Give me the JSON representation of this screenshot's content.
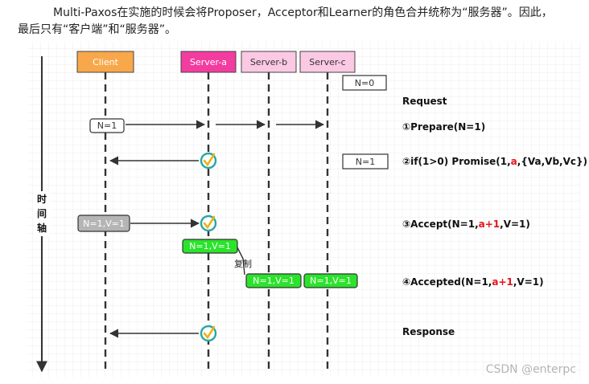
{
  "intro": {
    "line1": "Multi-Paxos在实施的时候会将Proposer，Acceptor和Learner的角色合并统称为“服务器”。因此，",
    "line2": "最后只有“客户端”和“服务器”。"
  },
  "nodes": {
    "client": "Client",
    "server_a": "Server-a",
    "server_b": "Server-b",
    "server_c": "Server-c"
  },
  "time_axis": [
    "时",
    "间",
    "轴"
  ],
  "boxes": {
    "n0": "N=0",
    "n1_client": "N=1",
    "n1_right": "N=1",
    "client_nv": "N=1,V=1",
    "server_a_nv": "N=1,V=1",
    "server_b_nv": "N=1,V=1",
    "server_c_nv": "N=1,V=1"
  },
  "copy_label": "复制",
  "steps": {
    "request": "Request",
    "prepare": "①Prepare(N=1)",
    "promise": {
      "pre": "②if(1>0) Promise(1,",
      "red": "a",
      "post": ",{Va,Vb,Vc})"
    },
    "accept": {
      "pre": "③Accept(N=1,",
      "red": "a+1",
      "post": ",V=1)"
    },
    "accepted": {
      "pre": "④Accepted(N=1,",
      "red": "a+1",
      "post": ",V=1)"
    },
    "response": "Response"
  },
  "watermark": "CSDN @enterpc",
  "colors": {
    "client": "#f8a84a",
    "server_a": "#f33ca0",
    "server_bc": "#fbc9e4",
    "green": "#2be32b",
    "gray": "#b5b5b5",
    "red": "#e8141b",
    "check_ring": "#2aa6a6",
    "check_mark": "#e8b417"
  }
}
